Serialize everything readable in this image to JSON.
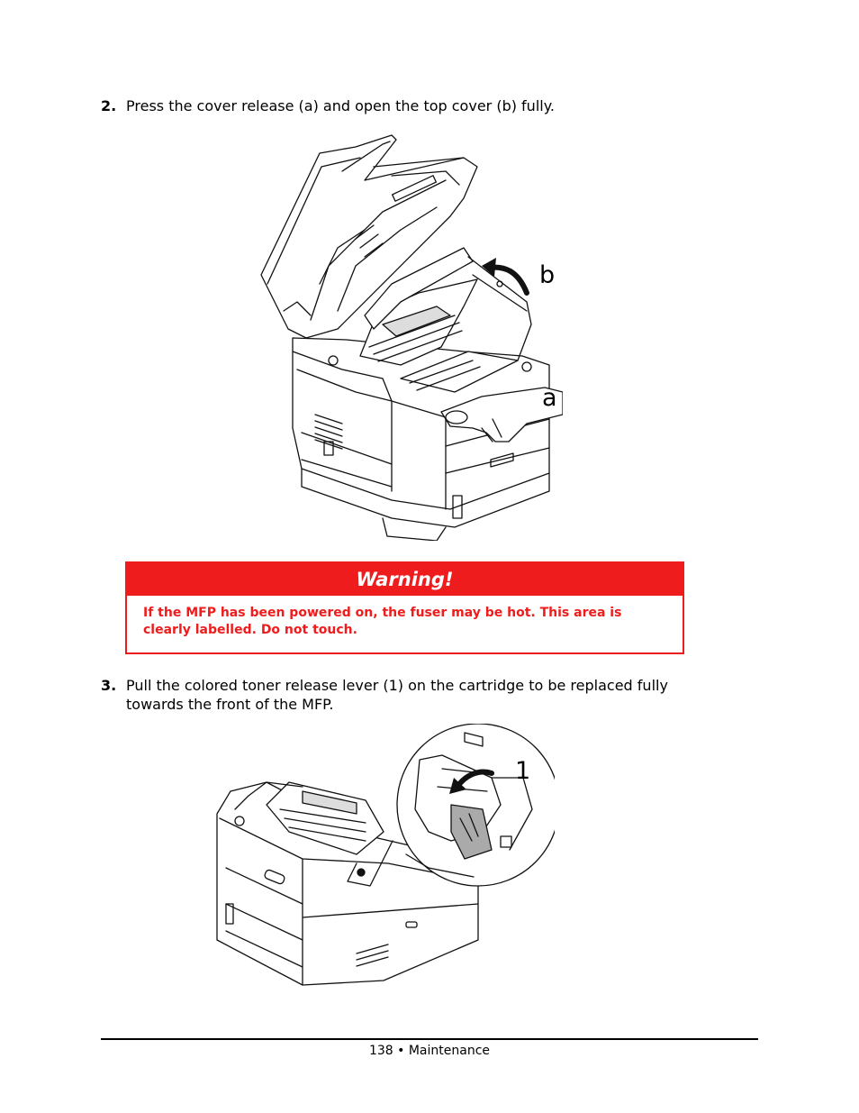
{
  "steps": [
    {
      "number": "2.",
      "text": "Press the cover release (a) and open the top cover (b) fully."
    },
    {
      "number": "3.",
      "text": "Pull the colored toner release lever (1) on the cartridge to be replaced fully towards the front of the MFP."
    }
  ],
  "figure1": {
    "callouts": {
      "b": "b",
      "a": "a"
    }
  },
  "warning": {
    "title": "Warning!",
    "body": "If the MFP has been powered on, the fuser may be hot. This area is clearly labelled. Do not touch.",
    "color": "#ee1c1c"
  },
  "figure2": {
    "callouts": {
      "one": "1"
    }
  },
  "footer": {
    "text": "138 • Maintenance"
  }
}
